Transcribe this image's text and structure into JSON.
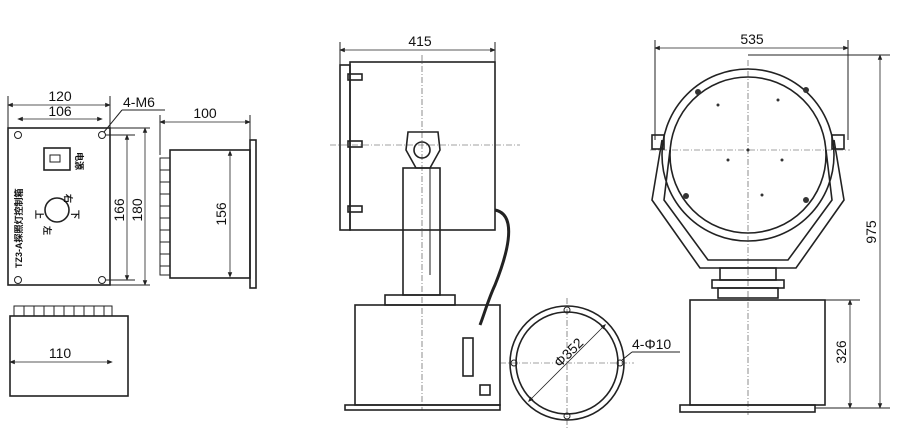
{
  "drawing": {
    "control_box": {
      "label": "TZ3-A探照灯控制箱",
      "power_label": "电源",
      "dir_up": "上",
      "dir_down": "下",
      "dir_left": "左",
      "dir_right": "右",
      "dim_width_outer": "120",
      "dim_width_holes": "106",
      "dim_holes": "4-M6",
      "dim_height_holes": "166",
      "dim_height_outer": "180",
      "dim_depth": "100",
      "dim_side_height": "156",
      "dim_bottom_width": "110"
    },
    "searchlight_side": {
      "dim_width": "415"
    },
    "base_ring": {
      "dim_diameter": "Φ352",
      "dim_holes": "4-Φ10"
    },
    "searchlight_front": {
      "dim_width": "535",
      "dim_height": "975",
      "dim_base_height": "326"
    }
  }
}
